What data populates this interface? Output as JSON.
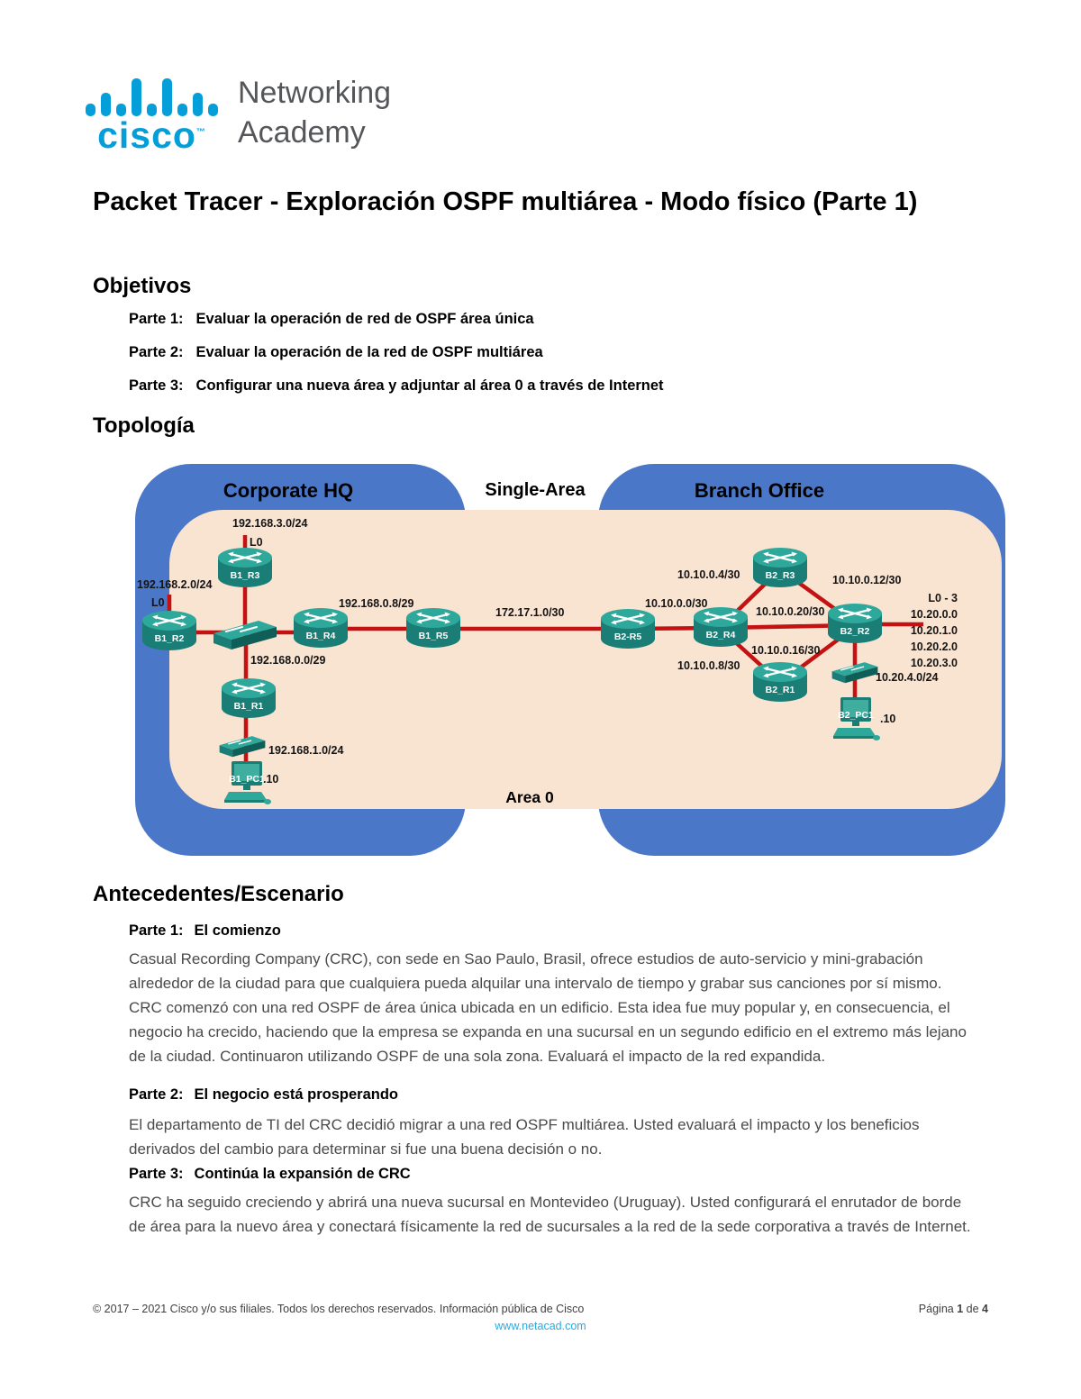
{
  "logo": {
    "brand": "cisco",
    "trademark": "™",
    "academy_line1": "Networking",
    "academy_line2": "Academy"
  },
  "title": "Packet Tracer - Exploración OSPF multiárea - Modo físico (Parte 1)",
  "objetivos": {
    "heading": "Objetivos",
    "items": [
      {
        "label": "Parte 1:",
        "text": "Evaluar la operación de red de OSPF área única"
      },
      {
        "label": "Parte 2:",
        "text": "Evaluar la operación de la red de OSPF multiárea"
      },
      {
        "label": "Parte 3:",
        "text": "Configurar una nueva área y adjuntar al área 0 a través de Internet"
      }
    ]
  },
  "topologia_heading": "Topología",
  "topology": {
    "corporate_label": "Corporate HQ",
    "single_area_label": "Single-Area",
    "branch_label": "Branch Office",
    "area0_label": "Area 0",
    "routers": [
      "B1_R3",
      "B1_R2",
      "B1_R4",
      "B1_R5",
      "B2-R5",
      "B2_R4",
      "B2_R3",
      "B2_R2",
      "B2_R1",
      "B1_R1"
    ],
    "pcs": [
      "B1_PC1",
      "B2_PC1"
    ],
    "pc_ips": [
      ".10",
      ".10"
    ],
    "nets": [
      "192.168.3.0/24",
      "L0",
      "192.168.2.0/24",
      "L0",
      "192.168.0.8/29",
      "172.17.1.0/30",
      "192.168.0.0/29",
      "192.168.1.0/24",
      "10.10.0.0/30",
      "10.10.0.4/30",
      "10.10.0.12/30",
      "10.10.0.20/30",
      "10.10.0.16/30",
      "10.10.0.8/30",
      "L0 - 3",
      "10.20.0.0",
      "10.20.1.0",
      "10.20.2.0",
      "10.20.3.0",
      "10.20.4.0/24"
    ]
  },
  "antecedentes": {
    "heading": "Antecedentes/Escenario",
    "parts": [
      {
        "label": "Parte 1:",
        "title": "El comienzo",
        "body": "Casual Recording Company (CRC), con sede en Sao Paulo, Brasil, ofrece estudios de auto-servicio y mini-grabación alrededor de la ciudad para que cualquiera pueda alquilar una intervalo de tiempo y grabar sus canciones por sí mismo. CRC comenzó con una red OSPF de área única ubicada en un edificio. Esta idea fue muy popular y, en consecuencia, el negocio ha crecido, haciendo que la empresa se expanda en una sucursal en un segundo edificio en el extremo más lejano de la ciudad. Continuaron utilizando OSPF de una sola zona.  Evaluará el impacto de la red expandida."
      },
      {
        "label": "Parte 2:",
        "title": "El negocio está prosperando",
        "body": "El departamento de TI del CRC decidió migrar a una red OSPF multiárea. Usted evaluará el impacto y los beneficios derivados del cambio para determinar si fue una buena decisión o no."
      },
      {
        "label": "Parte 3:",
        "title": "Continúa la expansión de CRC",
        "body": "CRC ha seguido creciendo y abrirá una nueva sucursal en Montevideo (Uruguay). Usted configurará el enrutador de borde de área para la nuevo área y conectará físicamente la red de sucursales a la red de la sede corporativa a través de Internet."
      }
    ]
  },
  "footer": {
    "copyright": "© 2017 – 2021 Cisco y/o sus filiales. Todos los derechos reservados. Información pública de Cisco",
    "page_prefix": "Página",
    "page_current": "1",
    "page_middle": "de",
    "page_total": "4",
    "link": "www.netacad.com"
  },
  "colors": {
    "zone_blue": "#4a77c8",
    "area_peach": "#f9e3d1",
    "link_red": "#c41111",
    "device_teal": "#2ea89b",
    "cisco_blue": "#049fd9",
    "netacad_link_blue": "#29abe2"
  }
}
